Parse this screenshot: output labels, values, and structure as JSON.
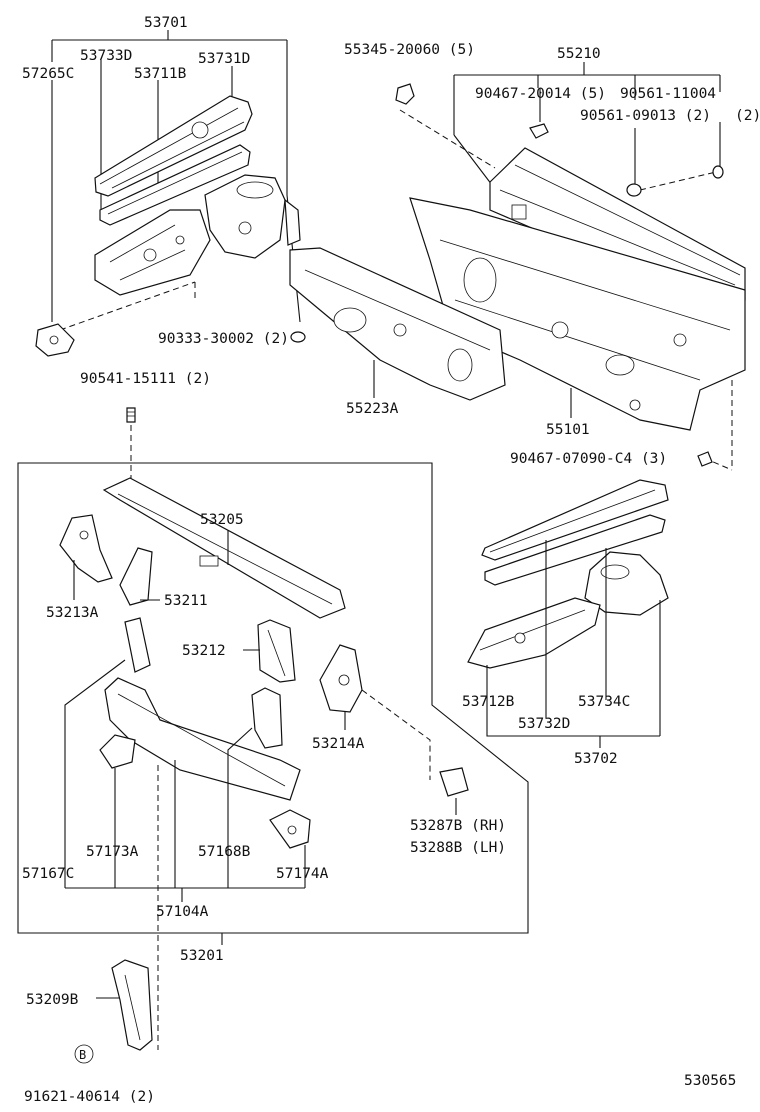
{
  "labels": {
    "p53701": "53701",
    "p53733D": "53733D",
    "p53731D": "53731D",
    "p57265C": "57265C",
    "p53711B": "53711B",
    "p55345": "55345-20060 (5)",
    "p55210": "55210",
    "p90467a": "90467-20014 (5)",
    "p90561a": "90561-11004",
    "p90561a_qty": "(2)",
    "p90561b": "90561-09013 (2)",
    "p90333": "90333-30002 (2)",
    "p55223A": "55223A",
    "p55101": "55101",
    "p90541": "90541-15111 (2)",
    "p90467b": "90467-07090-C4 (3)",
    "p53205": "53205",
    "p53213A": "53213A",
    "p53211": "53211",
    "p53212": "53212",
    "p53214A": "53214A",
    "p53712B": "53712B",
    "p53732D": "53732D",
    "p53734C": "53734C",
    "p53702": "53702",
    "p53287B": "53287B (RH)",
    "p53288B": "53288B (LH)",
    "p57173A": "57173A",
    "p57168B": "57168B",
    "p57167C": "57167C",
    "p57174A": "57174A",
    "p57104A": "57104A",
    "p53201": "53201",
    "p53209B": "53209B",
    "p91621": "91621-40614 (2)",
    "circle_b": "B",
    "figure_no": "530565"
  }
}
